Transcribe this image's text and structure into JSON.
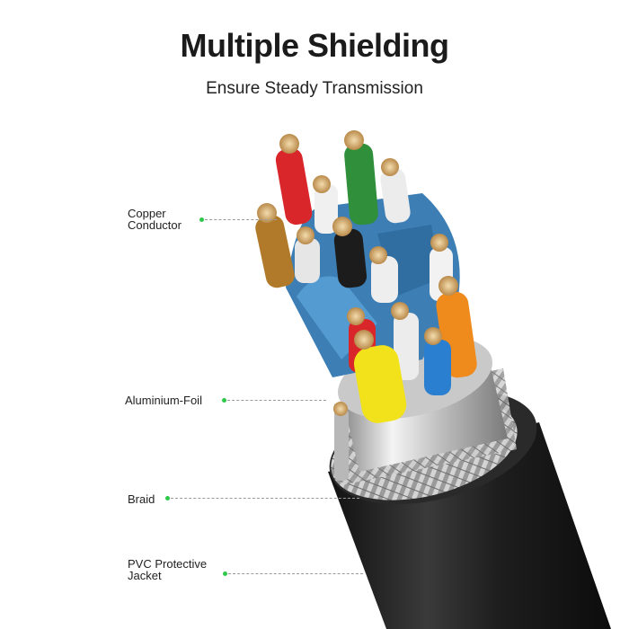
{
  "title": "Multiple Shielding",
  "subtitle": "Ensure Steady Transmission",
  "accent_color": "#2ec94a",
  "callouts": [
    {
      "line1": "Copper",
      "line2": "Conductor"
    },
    {
      "line1": "Aluminium-Foil",
      "line2": ""
    },
    {
      "line1": "Braid",
      "line2": ""
    },
    {
      "line1": "PVC Protective",
      "line2": "Jacket"
    }
  ],
  "wire_colors": {
    "red": "#d9262a",
    "green": "#2f8f3a",
    "white": "#ececec",
    "brown": "#b07a2a",
    "black": "#1c1c1c",
    "orange": "#ef8a1d",
    "yellow": "#f1e21b",
    "blue": "#2a7fd0",
    "foil_blue": "#3d7fb5",
    "jacket": "#262626",
    "copper": "#d8b27a"
  }
}
